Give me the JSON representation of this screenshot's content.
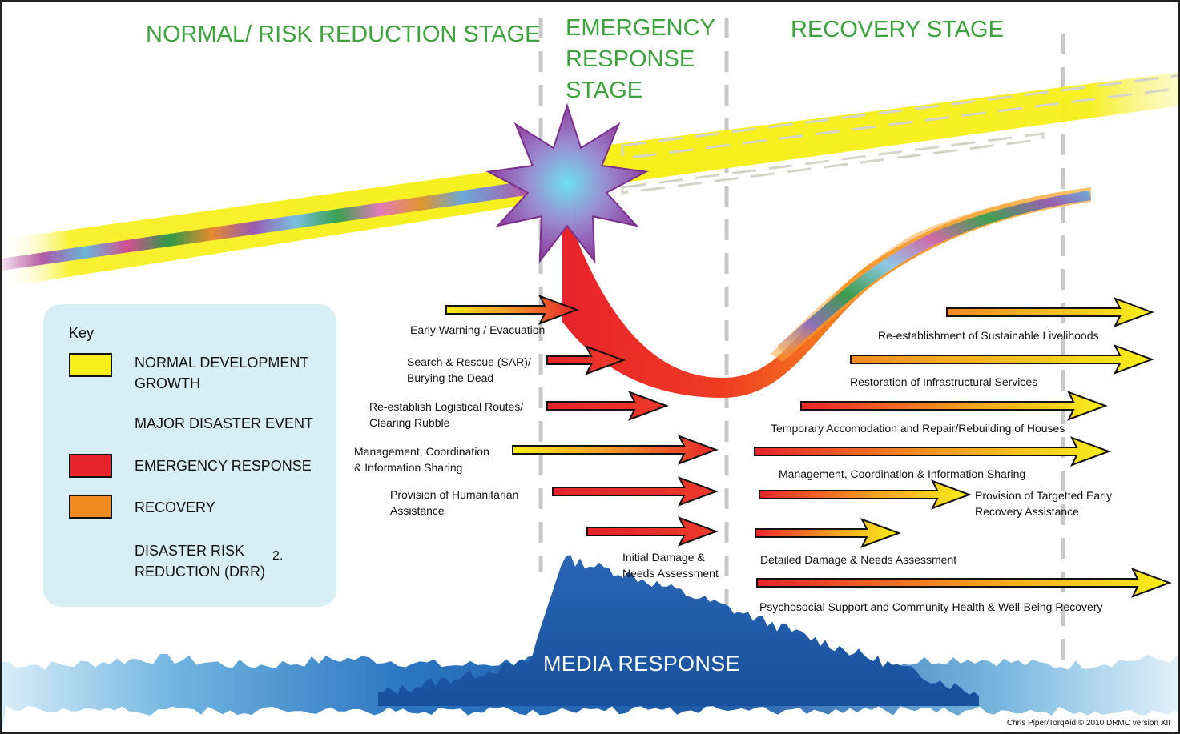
{
  "stages": {
    "normal": "NORMAL/ RISK REDUCTION STAGE",
    "emergency": [
      "EMERGENCY",
      "RESPONSE",
      "STAGE"
    ],
    "recovery": "RECOVERY STAGE"
  },
  "emergency_labels": [
    {
      "lines": [
        "Early Warning / Evacuation"
      ]
    },
    {
      "lines": [
        "Search & Rescue (SAR)/",
        "Burying the Dead"
      ]
    },
    {
      "lines": [
        "Re-establish Logistical Routes/",
        "Clearing Rubble"
      ]
    },
    {
      "lines": [
        "Management, Coordination",
        "& Information Sharing"
      ]
    },
    {
      "lines": [
        "Provision of Humanitarian",
        "Assistance"
      ]
    },
    {
      "lines": [
        "Initial Damage &",
        "Needs Assessment"
      ]
    }
  ],
  "recovery_labels": [
    {
      "lines": [
        "Re-establishment of Sustainable Livelihoods"
      ]
    },
    {
      "lines": [
        "Restoration of Infrastructural Services"
      ]
    },
    {
      "lines": [
        "Temporary Accomodation and Repair/Rebuilding of Houses"
      ]
    },
    {
      "lines": [
        "Management, Coordination & Information Sharing"
      ]
    },
    {
      "lines": [
        "Provision of Targetted Early",
        "Recovery Assistance"
      ]
    },
    {
      "lines": [
        "Detailed Damage &  Needs Assessment"
      ]
    },
    {
      "lines": [
        "Psychosocial Support and Community Health & Well-Being Recovery"
      ]
    }
  ],
  "key": {
    "title": "Key",
    "items": [
      {
        "label": [
          "NORMAL DEVELOPMENT",
          "GROWTH"
        ],
        "color": "#f7ef1a"
      },
      {
        "label": [
          "MAJOR DISASTER EVENT"
        ],
        "color": "#8e3fa0"
      },
      {
        "label": [
          "EMERGENCY RESPONSE"
        ],
        "color": "#e8232b"
      },
      {
        "label": [
          "RECOVERY"
        ],
        "color": "#f28a22"
      },
      {
        "label": [
          "DISASTER RISK",
          "REDUCTION (DRR)"
        ],
        "color": "multicolor"
      }
    ],
    "note": "2."
  },
  "media": "MEDIA RESPONSE",
  "credit": "Chris Piper/TorqAid © 2010 DRMC version XII",
  "colors": {
    "stage_text": "#3da33d",
    "normal_growth": "#f7ef1a",
    "emergency": "#e8232b",
    "recovery": "#f28a22",
    "disaster": "#8e3fa0",
    "media": "#1f5aa6",
    "key_bg": "#d7eef4"
  }
}
